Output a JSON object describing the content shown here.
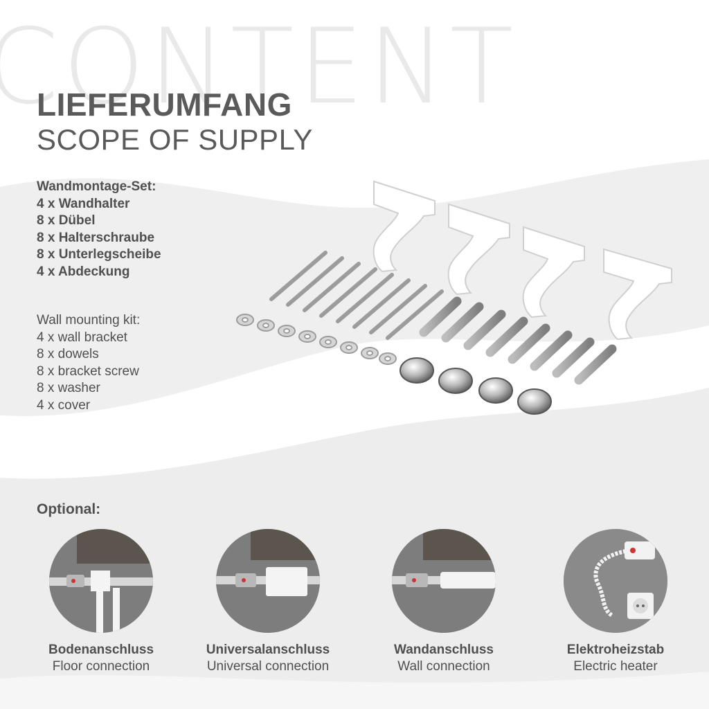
{
  "watermark": "CONTENT",
  "title": {
    "de": "LIEFERUMFANG",
    "en": "SCOPE OF SUPPLY"
  },
  "kit_de": {
    "heading": "Wandmontage-Set:",
    "items": [
      "4 x Wandhalter",
      "8 x Dübel",
      "8 x Halterschraube",
      "8 x Unterlegscheibe",
      "4 x Abdeckung"
    ]
  },
  "kit_en": {
    "heading": "Wall mounting kit:",
    "items": [
      "4 x wall bracket",
      "8 x dowels",
      "8 x bracket screw",
      "8 x washer",
      "4 x cover"
    ]
  },
  "optional": {
    "heading": "Optional:",
    "items": [
      {
        "de": "Bodenanschluss",
        "en": "Floor connection",
        "icon": "floor-connection-photo"
      },
      {
        "de": "Universalanschluss",
        "en": "Universal connection",
        "icon": "universal-connection-photo"
      },
      {
        "de": "Wandanschluss",
        "en": "Wall connection",
        "icon": "wall-connection-photo"
      },
      {
        "de": "Elektroheizstab",
        "en": "Electric heater",
        "icon": "electric-heater-photo"
      }
    ]
  },
  "colors": {
    "text": "#4f4f4f",
    "watermark": "#e9e9e9",
    "wave": "#eeeeee"
  }
}
